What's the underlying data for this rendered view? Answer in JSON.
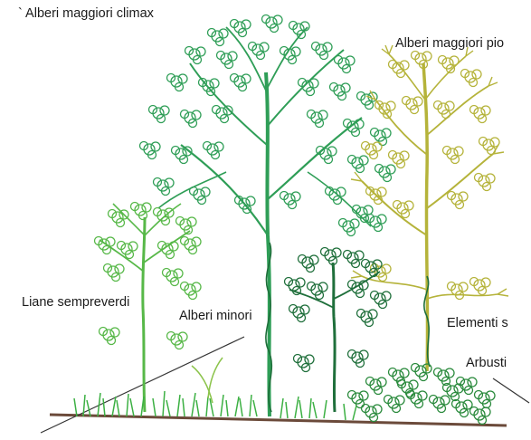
{
  "labels": {
    "climax": "` Alberi maggiori climax",
    "pioneer": "Alberi maggiori pio",
    "vines": "Liane sempreverdi",
    "minor": "Alberi minori",
    "elements": "Elementi s",
    "shrubs": "Arbusti"
  },
  "colors": {
    "climax_tree": "#2f9e57",
    "pioneer_tree": "#b5b33a",
    "minor_tree": "#1f6f3b",
    "vine_tree": "#57b848",
    "grass": "#3cb043",
    "ground_line": "#6b4a3a",
    "text": "#1a1a1a"
  }
}
